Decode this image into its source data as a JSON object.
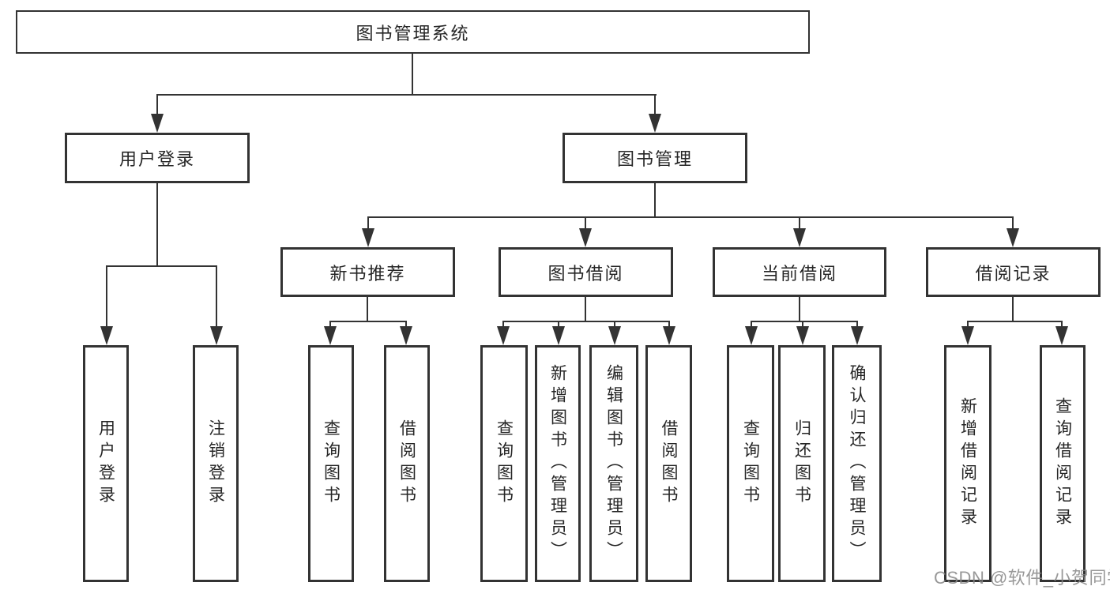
{
  "title": {
    "label": "图书管理系统"
  },
  "level2": {
    "user_login": {
      "label": "用户登录"
    },
    "book_management": {
      "label": "图书管理"
    }
  },
  "level3": {
    "new_book_recommend": {
      "label": "新书推荐"
    },
    "book_borrowing": {
      "label": "图书借阅"
    },
    "current_borrowing": {
      "label": "当前借阅"
    },
    "borrowing_records": {
      "label": "借阅记录"
    }
  },
  "leaves": {
    "user_login": "用户登录",
    "logout": "注销登录",
    "query_books_recommend": "查询图书",
    "borrow_books_recommend": "借阅图书",
    "query_books_borrowing": "查询图书",
    "add_books_admin": "新增图书（管理员）",
    "edit_books_admin": "编辑图书（管理员）",
    "borrow_books": "借阅图书",
    "query_books_current": "查询图书",
    "return_books": "归还图书",
    "confirm_return_admin": "确认归还（管理员）",
    "add_borrow_record": "新增借阅记录",
    "query_borrow_record": "查询借阅记录"
  },
  "watermark": {
    "text": "CSDN @软件_小贺同学"
  },
  "colors": {
    "line": "#333333",
    "text": "#262626",
    "watermark": "#868686",
    "background": "#ffffff"
  }
}
